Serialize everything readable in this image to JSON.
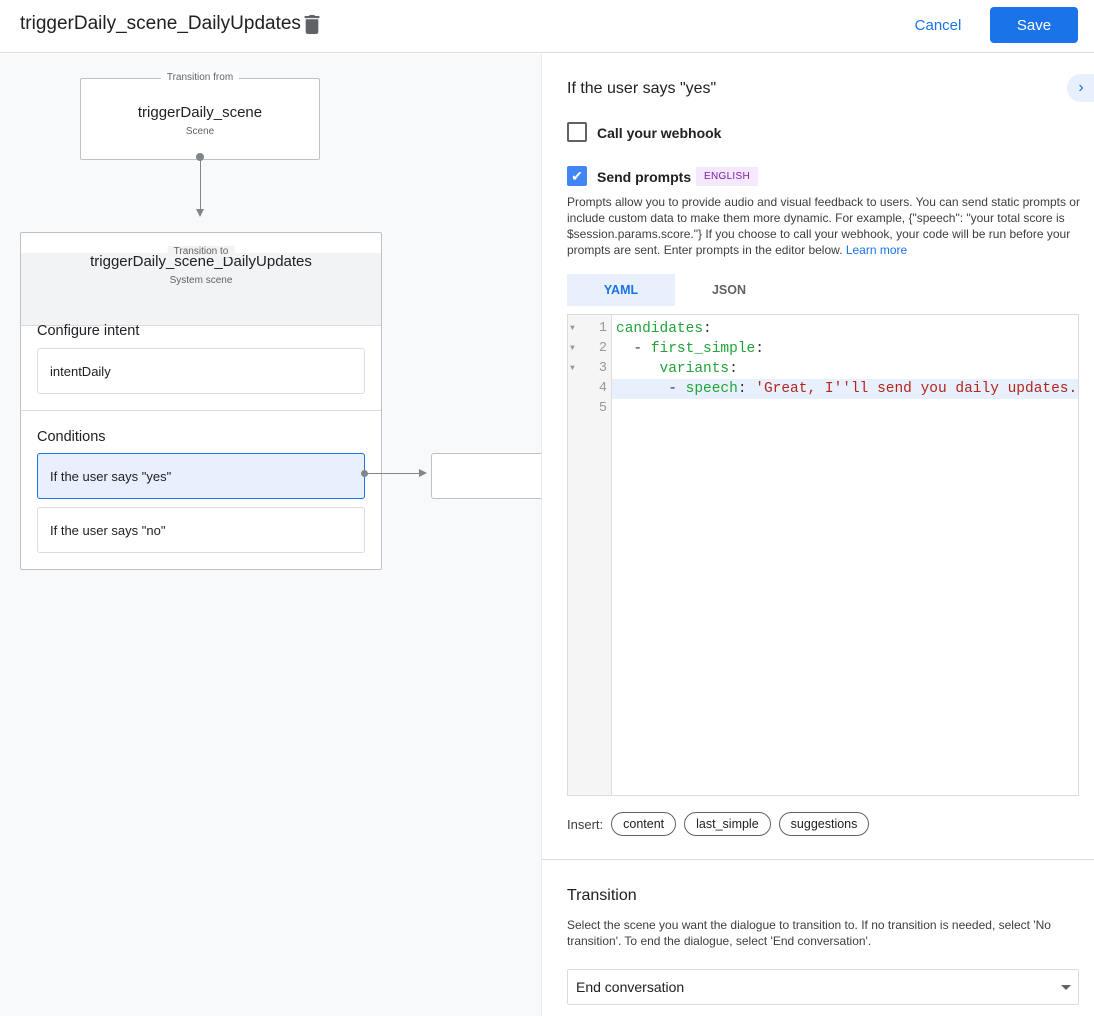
{
  "header": {
    "title": "triggerDaily_scene_DailyUpdates",
    "cancel": "Cancel",
    "save": "Save"
  },
  "canvas": {
    "from": {
      "legend": "Transition from",
      "name": "triggerDaily_scene",
      "type": "Scene"
    },
    "to": {
      "legend": "Transition to",
      "name": "triggerDaily_scene_DailyUpdates",
      "type": "System scene"
    },
    "configure_intent_label": "Configure intent",
    "intent": "intentDaily",
    "conditions_label": "Conditions",
    "conditions": [
      "If the user says \"yes\"",
      "If the user says \"no\""
    ]
  },
  "panel": {
    "title": "If the user says \"yes\"",
    "webhook": {
      "label": "Call your webhook",
      "checked": false
    },
    "prompts": {
      "label": "Send prompts",
      "checked": true,
      "badge": "ENGLISH"
    },
    "description": "Prompts allow you to provide audio and visual feedback to users. You can send static prompts or include custom data to make them more dynamic. For example, {\"speech\": \"your total score is $session.params.score.\"} If you choose to call your webhook, your code will be run before your prompts are sent. Enter prompts in the editor below.",
    "learn_more": "Learn more",
    "tabs": [
      "YAML",
      "JSON"
    ],
    "active_tab": "YAML",
    "code": {
      "line_numbers": [
        "1",
        "2",
        "3",
        "4",
        "5"
      ],
      "l1_key": "candidates",
      "l2_dash": "  - ",
      "l2_key": "first_simple",
      "l3_key": "variants",
      "l4_dash": "      - ",
      "l4_key": "speech",
      "l4_val": "'Great, I''ll send you daily updates.'",
      "colon": ":"
    },
    "insert_label": "Insert:",
    "insert_chips": [
      "content",
      "last_simple",
      "suggestions"
    ],
    "transition": {
      "title": "Transition",
      "description": "Select the scene you want the dialogue to transition to. If no transition is needed, select 'No transition'. To end the dialogue, select 'End conversation'.",
      "selected": "End conversation"
    }
  }
}
